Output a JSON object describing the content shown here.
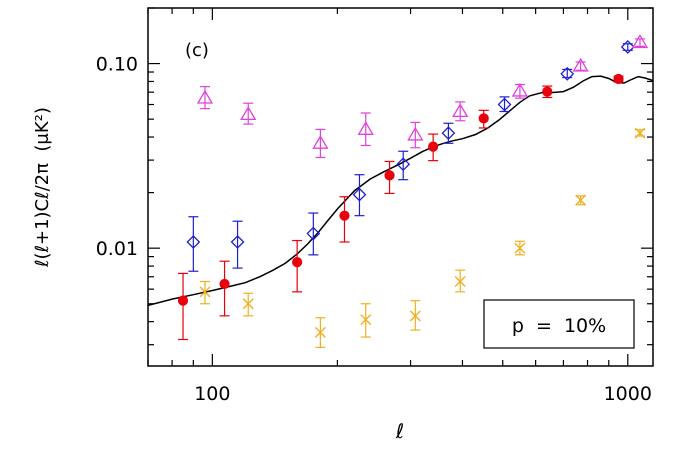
{
  "chart_data": {
    "type": "scatter",
    "panel_label": "(c)",
    "xlabel": "ℓ",
    "ylabel": "ℓ(ℓ+1)Cℓ/2π  (μK²)",
    "xscale": "log",
    "yscale": "log",
    "xlim": [
      70,
      1150
    ],
    "ylim": [
      0.0023,
      0.2
    ],
    "xticks": [
      100,
      1000
    ],
    "xtick_labels": [
      "100",
      "1000"
    ],
    "yticks": [
      0.01,
      0.1
    ],
    "ytick_labels": [
      "0.01",
      "0.10"
    ],
    "annotation": "p  =  10%",
    "colors": {
      "theory": "#000000",
      "red": "#e8000b",
      "blue": "#1f1fd0",
      "magenta": "#e040e0",
      "yellow": "#f0b020"
    },
    "theory_curve": {
      "x": [
        70,
        80,
        90,
        100,
        110,
        120,
        130,
        140,
        150,
        160,
        170,
        180,
        190,
        200,
        220,
        240,
        260,
        280,
        300,
        320,
        340,
        360,
        380,
        400,
        430,
        460,
        490,
        520,
        550,
        580,
        620,
        660,
        700,
        740,
        780,
        820,
        860,
        900,
        940,
        980,
        1020,
        1060,
        1100,
        1150
      ],
      "y": [
        0.0049,
        0.0053,
        0.0056,
        0.0059,
        0.0062,
        0.0065,
        0.007,
        0.0076,
        0.0083,
        0.0093,
        0.0106,
        0.0122,
        0.0142,
        0.0163,
        0.0205,
        0.0237,
        0.0261,
        0.0283,
        0.0307,
        0.0333,
        0.0354,
        0.037,
        0.0382,
        0.0392,
        0.0413,
        0.0447,
        0.0495,
        0.0555,
        0.0617,
        0.0668,
        0.0695,
        0.0697,
        0.0705,
        0.0745,
        0.0805,
        0.085,
        0.0855,
        0.083,
        0.079,
        0.0785,
        0.082,
        0.085,
        0.0835,
        0.081
      ]
    },
    "series": [
      {
        "color": "red",
        "marker": "filled-circle",
        "x": [
          85,
          107,
          160,
          208,
          267,
          340,
          450,
          640,
          950
        ],
        "y": [
          0.0052,
          0.0064,
          0.0084,
          0.015,
          0.0248,
          0.0355,
          0.0505,
          0.0705,
          0.0825
        ],
        "ylo": [
          0.0032,
          0.0043,
          0.0058,
          0.0108,
          0.0198,
          0.0298,
          0.0448,
          0.0655,
          0.0795
        ],
        "yhi": [
          0.0073,
          0.0085,
          0.011,
          0.019,
          0.0295,
          0.0415,
          0.0558,
          0.0755,
          0.0855
        ]
      },
      {
        "color": "blue",
        "marker": "open-diamond",
        "x": [
          90,
          115,
          175,
          226,
          288,
          370,
          505,
          715,
          1000
        ],
        "y": [
          0.0108,
          0.0108,
          0.012,
          0.0195,
          0.0285,
          0.042,
          0.06,
          0.088,
          0.123
        ],
        "ylo": [
          0.0075,
          0.0078,
          0.0092,
          0.015,
          0.0235,
          0.037,
          0.055,
          0.084,
          0.118
        ],
        "yhi": [
          0.0148,
          0.014,
          0.0155,
          0.025,
          0.0335,
          0.0475,
          0.066,
          0.093,
          0.128
        ]
      },
      {
        "color": "magenta",
        "marker": "open-triangle",
        "x": [
          96,
          122,
          182,
          234,
          308,
          395,
          550,
          770,
          1070
        ],
        "y": [
          0.065,
          0.053,
          0.037,
          0.044,
          0.041,
          0.055,
          0.071,
          0.097,
          0.13
        ],
        "ylo": [
          0.057,
          0.047,
          0.031,
          0.036,
          0.035,
          0.049,
          0.065,
          0.092,
          0.124
        ],
        "yhi": [
          0.075,
          0.061,
          0.044,
          0.054,
          0.048,
          0.062,
          0.077,
          0.102,
          0.136
        ]
      },
      {
        "color": "yellow",
        "marker": "x-cross",
        "x": [
          96,
          122,
          182,
          234,
          308,
          395,
          550,
          770,
          1070
        ],
        "y": [
          0.0058,
          0.005,
          0.0035,
          0.0041,
          0.0043,
          0.0066,
          0.01,
          0.0182,
          0.042
        ],
        "ylo": [
          0.005,
          0.0043,
          0.0029,
          0.0033,
          0.0036,
          0.0058,
          0.0092,
          0.0172,
          0.0405
        ],
        "yhi": [
          0.0066,
          0.0057,
          0.0042,
          0.005,
          0.0052,
          0.0076,
          0.0109,
          0.0192,
          0.0438
        ]
      }
    ]
  }
}
